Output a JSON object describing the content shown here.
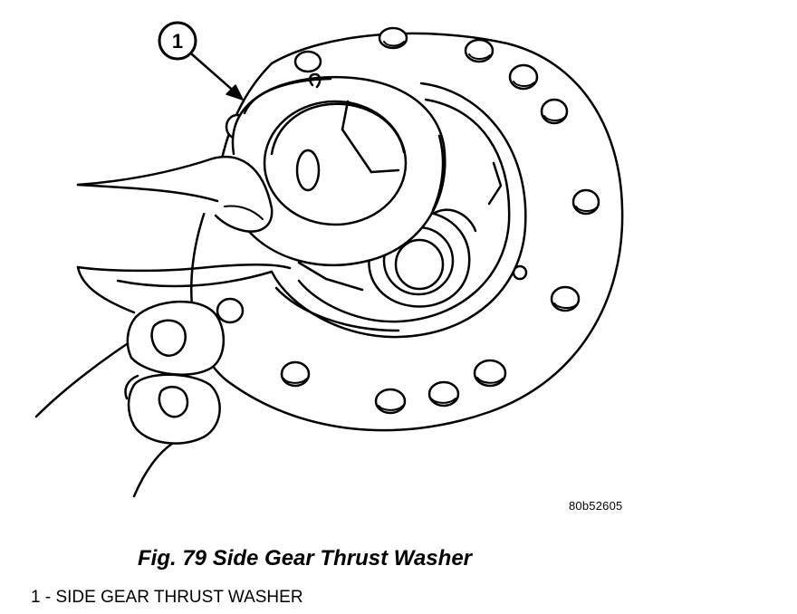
{
  "callout": {
    "number": "1"
  },
  "figure_id": "80b52605",
  "caption": "Fig. 79 Side Gear Thrust Washer",
  "legend": [
    {
      "number": "1",
      "separator": " - ",
      "label": "SIDE GEAR THRUST WASHER"
    }
  ]
}
